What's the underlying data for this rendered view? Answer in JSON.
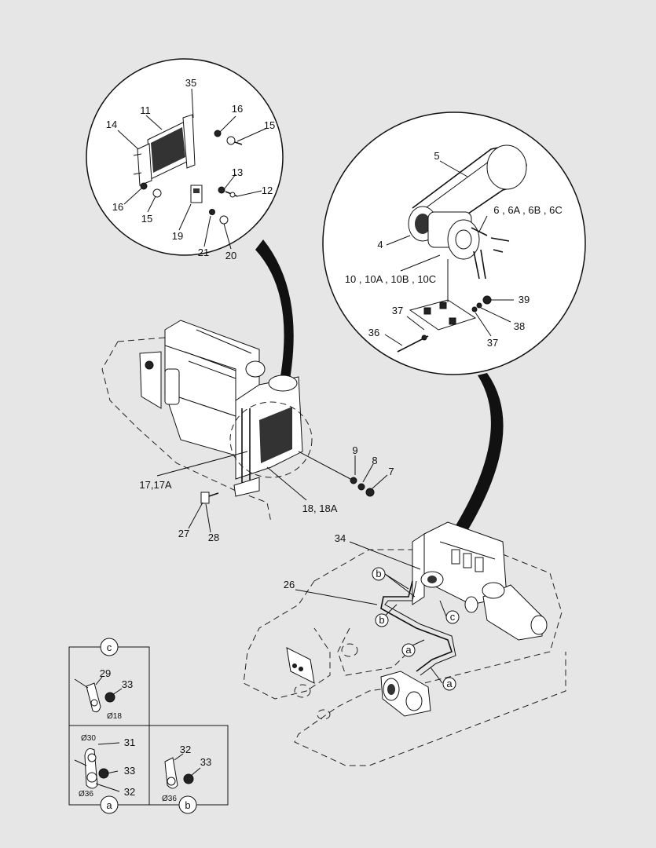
{
  "callouts": {
    "c35": "35",
    "c11": "11",
    "c14": "14",
    "c16a": "16",
    "c15a": "15",
    "c13": "13",
    "c12": "12",
    "c16b": "16",
    "c15b": "15",
    "c19": "19",
    "c21": "21",
    "c20": "20",
    "c5": "5",
    "c6": "6 , 6A , 6B , 6C",
    "c4": "4",
    "c10": "10 , 10A , 10B , 10C",
    "c37a": "37",
    "c39": "39",
    "c36": "36",
    "c38": "38",
    "c37b": "37",
    "c9": "9",
    "c8": "8",
    "c7": "7",
    "c17": "17,17A",
    "c18": "18, 18A",
    "c27": "27",
    "c28": "28",
    "c34": "34",
    "c26": "26",
    "c29": "29",
    "c33a": "33",
    "c31": "31",
    "c33b": "33",
    "c32a": "32",
    "c32b": "32",
    "c33c": "33"
  },
  "detail_refs": {
    "b1": "b",
    "b2": "b",
    "c1": "c",
    "a1": "a",
    "a2": "a",
    "box_c": "c",
    "box_a": "a",
    "box_b": "b"
  },
  "dimensions": {
    "d18": "Ø18",
    "d30": "Ø30",
    "d36a": "Ø36",
    "d36b": "Ø36"
  }
}
